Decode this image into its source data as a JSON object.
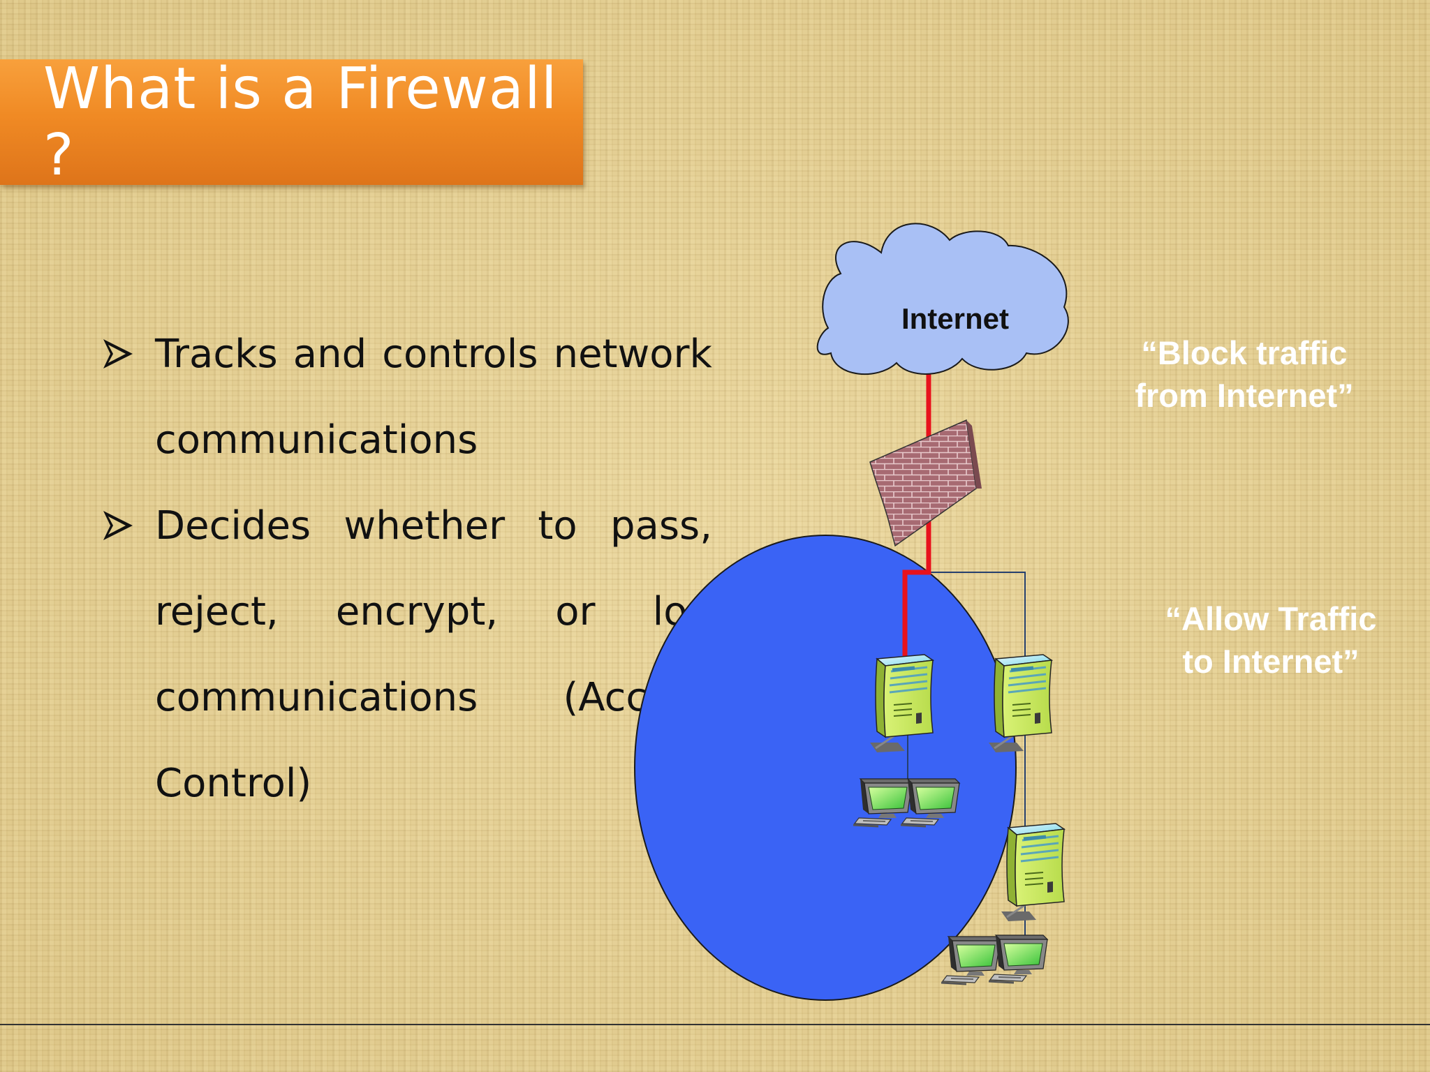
{
  "slide": {
    "title": "What is a Firewall ?",
    "bullets": [
      {
        "text": "Tracks and controls network communications"
      },
      {
        "text": "Decides whether to pass, reject, encrypt, or log communications (Access Control)"
      }
    ]
  },
  "diagram": {
    "cloud_label": "Internet",
    "block_note_line1": "“Block traffic",
    "block_note_line2": "from Internet”",
    "allow_note_line1": "“Allow Traffic",
    "allow_note_line2": "to Internet”",
    "colors": {
      "cloud": "#a9c0f5",
      "network": "#3a63f5",
      "blocked_path": "#e8121c",
      "firewall": "#a76a72",
      "title_bar": "#f08a24"
    },
    "icons": [
      "cloud-icon",
      "firewall-icon",
      "server-icon",
      "workstation-icon"
    ]
  }
}
